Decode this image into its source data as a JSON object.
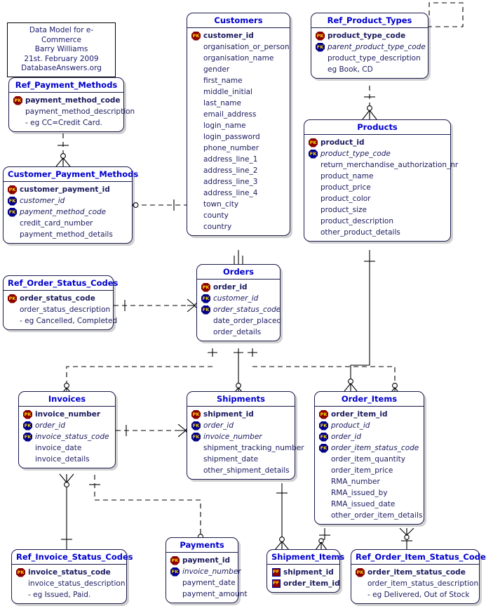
{
  "title_block": {
    "lines": [
      "Data Model for e-Commerce",
      "Barry Williams",
      "21st. February 2009",
      "DatabaseAnswers.org"
    ]
  },
  "legend": {
    "pk_label": "PK",
    "fk_label": "FK",
    "pf_label": "PF"
  },
  "colors": {
    "entity_name": "#0000cd",
    "attribute_text": "#1a1a5e",
    "pk_badge": "#8b0000",
    "fk_badge": "#00008b",
    "badge_text": "#ffd700",
    "border": "#1a1a4e",
    "background": "#ffffff"
  },
  "entities": [
    {
      "id": "ref_payment_methods",
      "name": "Ref_Payment_Methods",
      "attributes": [
        {
          "key": "PK",
          "name": "payment_method_code"
        },
        {
          "key": "",
          "name": "payment_method_description"
        },
        {
          "key": "",
          "name": "- eg CC=Credit Card."
        }
      ]
    },
    {
      "id": "customer_payment_methods",
      "name": "Customer_Payment_Methods",
      "attributes": [
        {
          "key": "PK",
          "name": "customer_payment_id"
        },
        {
          "key": "FK",
          "name": "customer_id"
        },
        {
          "key": "FK",
          "name": "payment_method_code"
        },
        {
          "key": "",
          "name": "credit_card_number"
        },
        {
          "key": "",
          "name": "payment_method_details"
        }
      ]
    },
    {
      "id": "customers",
      "name": "Customers",
      "attributes": [
        {
          "key": "PK",
          "name": "customer_id"
        },
        {
          "key": "",
          "name": "organisation_or_person"
        },
        {
          "key": "",
          "name": "organisation_name"
        },
        {
          "key": "",
          "name": "gender"
        },
        {
          "key": "",
          "name": "first_name"
        },
        {
          "key": "",
          "name": "middle_initial"
        },
        {
          "key": "",
          "name": "last_name"
        },
        {
          "key": "",
          "name": "email_address"
        },
        {
          "key": "",
          "name": "login_name"
        },
        {
          "key": "",
          "name": "login_password"
        },
        {
          "key": "",
          "name": "phone_number"
        },
        {
          "key": "",
          "name": "address_line_1"
        },
        {
          "key": "",
          "name": "address_line_2"
        },
        {
          "key": "",
          "name": "address_line_3"
        },
        {
          "key": "",
          "name": "address_line_4"
        },
        {
          "key": "",
          "name": "town_city"
        },
        {
          "key": "",
          "name": "county"
        },
        {
          "key": "",
          "name": "country"
        }
      ]
    },
    {
      "id": "ref_product_types",
      "name": "Ref_Product_Types",
      "attributes": [
        {
          "key": "PK",
          "name": "product_type_code"
        },
        {
          "key": "FK",
          "name": "parent_product_type_code"
        },
        {
          "key": "",
          "name": "product_type_description"
        },
        {
          "key": "",
          "name": "eg Book, CD"
        }
      ]
    },
    {
      "id": "products",
      "name": "Products",
      "attributes": [
        {
          "key": "PK",
          "name": "product_id"
        },
        {
          "key": "FK",
          "name": "product_type_code"
        },
        {
          "key": "",
          "name": "return_merchandise_authorization_nr"
        },
        {
          "key": "",
          "name": "product_name"
        },
        {
          "key": "",
          "name": "product_price"
        },
        {
          "key": "",
          "name": "product_color"
        },
        {
          "key": "",
          "name": "product_size"
        },
        {
          "key": "",
          "name": "product_description"
        },
        {
          "key": "",
          "name": "other_product_details"
        }
      ]
    },
    {
      "id": "ref_order_status_codes",
      "name": "Ref_Order_Status_Codes",
      "attributes": [
        {
          "key": "PK",
          "name": "order_status_code"
        },
        {
          "key": "",
          "name": "order_status_description"
        },
        {
          "key": "",
          "name": "- eg Cancelled, Completed"
        }
      ]
    },
    {
      "id": "orders",
      "name": "Orders",
      "attributes": [
        {
          "key": "PK",
          "name": "order_id"
        },
        {
          "key": "FK",
          "name": "customer_id"
        },
        {
          "key": "FK",
          "name": "order_status_code"
        },
        {
          "key": "",
          "name": "date_order_placed"
        },
        {
          "key": "",
          "name": "order_details"
        }
      ]
    },
    {
      "id": "invoices",
      "name": "Invoices",
      "attributes": [
        {
          "key": "PK",
          "name": "invoice_number"
        },
        {
          "key": "FK",
          "name": "order_id"
        },
        {
          "key": "FK",
          "name": "invoice_status_code"
        },
        {
          "key": "",
          "name": "invoice_date"
        },
        {
          "key": "",
          "name": "invoice_details"
        }
      ]
    },
    {
      "id": "shipments",
      "name": "Shipments",
      "attributes": [
        {
          "key": "PK",
          "name": "shipment_id"
        },
        {
          "key": "FK",
          "name": "order_id"
        },
        {
          "key": "FK",
          "name": "invoice_number"
        },
        {
          "key": "",
          "name": "shipment_tracking_number"
        },
        {
          "key": "",
          "name": "shipment_date"
        },
        {
          "key": "",
          "name": "other_shipment_details"
        }
      ]
    },
    {
      "id": "order_items",
      "name": "Order_Items",
      "attributes": [
        {
          "key": "PK",
          "name": "order_item_id"
        },
        {
          "key": "FK",
          "name": "product_id"
        },
        {
          "key": "FK",
          "name": "order_id"
        },
        {
          "key": "FK",
          "name": "order_item_status_code"
        },
        {
          "key": "",
          "name": "order_item_quantity"
        },
        {
          "key": "",
          "name": "order_item_price"
        },
        {
          "key": "",
          "name": "RMA_number"
        },
        {
          "key": "",
          "name": "RMA_issued_by"
        },
        {
          "key": "",
          "name": "RMA_issued_date"
        },
        {
          "key": "",
          "name": "other_order_item_details"
        }
      ]
    },
    {
      "id": "ref_invoice_status_codes",
      "name": "Ref_Invoice_Status_Codes",
      "attributes": [
        {
          "key": "PK",
          "name": "invoice_status_code"
        },
        {
          "key": "",
          "name": "invoice_status_description"
        },
        {
          "key": "",
          "name": "- eg Issued, Paid."
        }
      ]
    },
    {
      "id": "payments",
      "name": "Payments",
      "attributes": [
        {
          "key": "PK",
          "name": "payment_id"
        },
        {
          "key": "FK",
          "name": "invoice_number"
        },
        {
          "key": "",
          "name": "payment_date"
        },
        {
          "key": "",
          "name": "payment_amount"
        }
      ]
    },
    {
      "id": "shipment_items",
      "name": "Shipment_Items",
      "attributes": [
        {
          "key": "PF",
          "name": "shipment_id"
        },
        {
          "key": "PF",
          "name": "order_item_id"
        }
      ]
    },
    {
      "id": "ref_order_item_status_codes",
      "name": "Ref_Order_Item_Status_Codes",
      "attributes": [
        {
          "key": "PK",
          "name": "order_item_status_code"
        },
        {
          "key": "",
          "name": "order_item_status_description"
        },
        {
          "key": "",
          "name": "- eg Delivered, Out of Stock"
        }
      ]
    }
  ]
}
